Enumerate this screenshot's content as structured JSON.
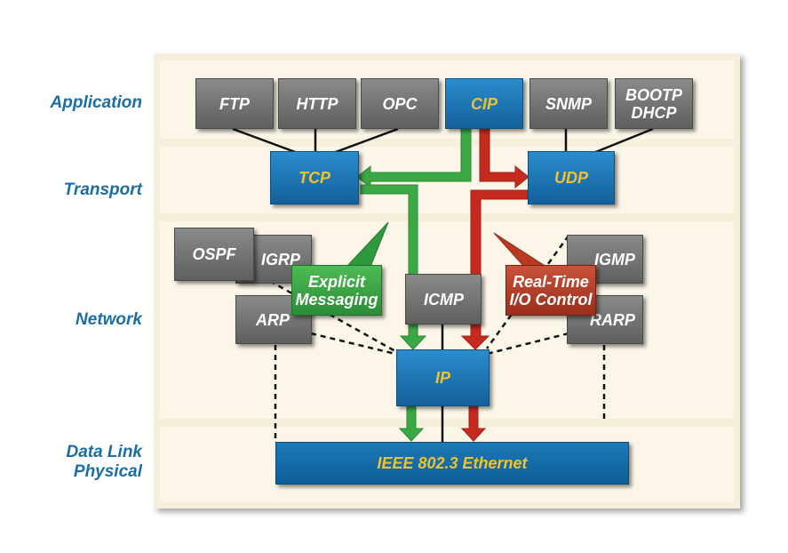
{
  "layers": {
    "application": "Application",
    "transport": "Transport",
    "network": "Network",
    "datalink_line1": "Data Link",
    "datalink_line2": "Physical"
  },
  "application_protocols": {
    "ftp": "FTP",
    "http": "HTTP",
    "opc": "OPC",
    "cip": "CIP",
    "snmp": "SNMP",
    "bootp_line1": "BOOTP",
    "bootp_line2": "DHCP"
  },
  "transport_protocols": {
    "tcp": "TCP",
    "udp": "UDP"
  },
  "network_protocols": {
    "ospf": "OSPF",
    "igrp": "IGRP",
    "arp": "ARP",
    "icmp": "ICMP",
    "igmp": "IGMP",
    "rarp": "RARP",
    "ip": "IP"
  },
  "callouts": {
    "explicit_line1": "Explicit",
    "explicit_line2": "Messaging",
    "realtime_line1": "Real-Time",
    "realtime_line2": "I/O Control"
  },
  "physical": {
    "ethernet": "IEEE 802.3 Ethernet"
  },
  "colors": {
    "label_blue": "#1b6fa6",
    "box_gray": "#6f6f6f",
    "box_blue": "#1a6faf",
    "accent_yellow": "#f2c12e",
    "explicit_green": "#3aa845",
    "realtime_red": "#c52a1e",
    "ethernet_blue": "#0d5d96"
  }
}
